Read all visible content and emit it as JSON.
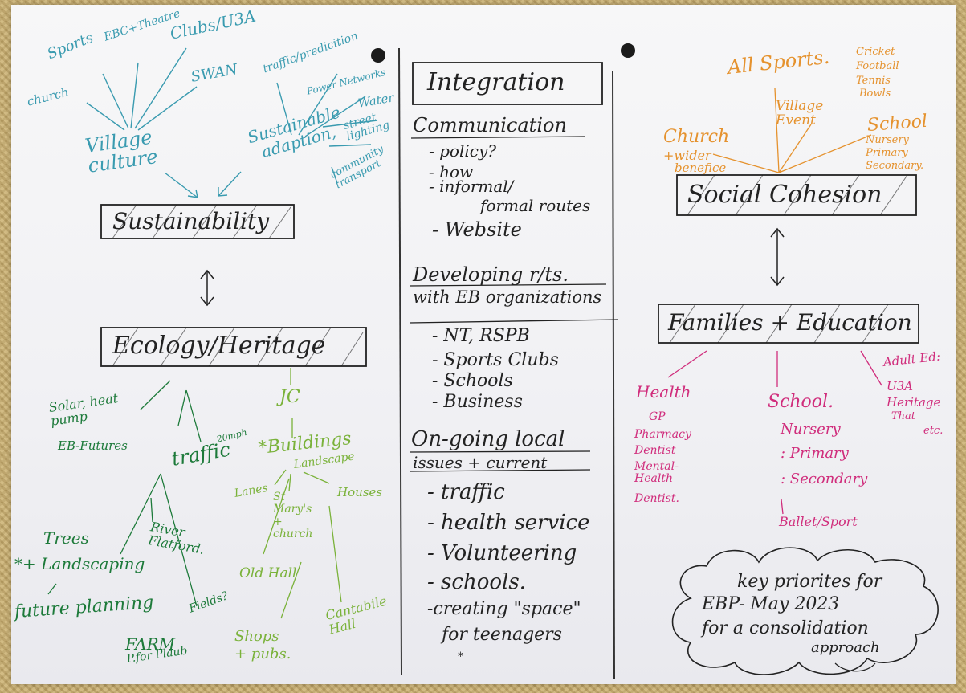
{
  "left": {
    "sustainability": "Sustainability",
    "ecology_heritage": "Ecology/Heritage",
    "village_culture": "Village culture",
    "village_culture_items": [
      "Sports",
      "EBC+Theatre",
      "Clubs/U3A",
      "SWAN",
      "church"
    ],
    "sustainable_adaptation": "Sustainable adaption,",
    "adaptation_items": [
      "traffic/predicition",
      "Power Networks",
      "Water",
      "street lighting",
      "community transport"
    ],
    "ecology_items": [
      "Solar, heat pump",
      "EB-Futures",
      "traffic",
      "20mph",
      "Trees",
      "*+ Landscaping",
      "future planning",
      "River Flatford.",
      "Fields?",
      "FARM",
      "P.for Plaub"
    ],
    "jc_items": [
      "JC",
      "*Buildings",
      "Landscape",
      "Lanes",
      "St Mary's + church",
      "Houses",
      "Old Hall",
      "Shops + pubs.",
      "Cantabile Hall"
    ]
  },
  "middle": {
    "integration": "Integration",
    "communication": "Communication",
    "communication_items": [
      "- policy?",
      "- how",
      "- informal/",
      "formal routes",
      "- Website"
    ],
    "developing_1": "Developing r/ts.",
    "developing_2": "with EB organizations",
    "developing_items": [
      "- NT, RSPB",
      "- Sports Clubs",
      "- Schools",
      "- Business"
    ],
    "ongoing_1": "On-going local",
    "ongoing_2": "issues + current",
    "ongoing_items": [
      "- traffic",
      "- health service",
      "- Volunteering",
      "- schools.",
      "-creating \"space\"",
      "for teenagers"
    ]
  },
  "right": {
    "social_cohesion": "Social Cohesion",
    "families_education": "Families + Education",
    "all_sports": "All Sports.",
    "sports_items": [
      "Cricket",
      "Football",
      "Tennis",
      "Bowls"
    ],
    "village_event": "Village Event",
    "church": "Church",
    "church_sub": "+wider",
    "church_sub2": "benefice",
    "school_top": "School",
    "school_top_items": [
      "Nursery",
      "Primary",
      "Secondary."
    ],
    "health": "Health",
    "health_items": [
      "GP",
      "Pharmacy",
      "Dentist",
      "Mental-Health",
      "Dentist."
    ],
    "school": "School.",
    "school_items": [
      "Nursery",
      ": Primary",
      ": Secondary",
      "Ballet/Sport"
    ],
    "adult_ed": "Adult Ed:",
    "adult_ed_items": [
      "U3A",
      "Heritage",
      "That",
      "etc."
    ],
    "cloud_lines": [
      "key priorites for",
      "EBP- May 2023",
      "for a consolidation",
      "approach"
    ]
  },
  "colors": {
    "blue": "#3a9bb0",
    "green": "#1d7a3a",
    "light_green": "#7ab23a",
    "orange": "#e5922e",
    "pink": "#d02d7c",
    "ink": "#222222"
  }
}
